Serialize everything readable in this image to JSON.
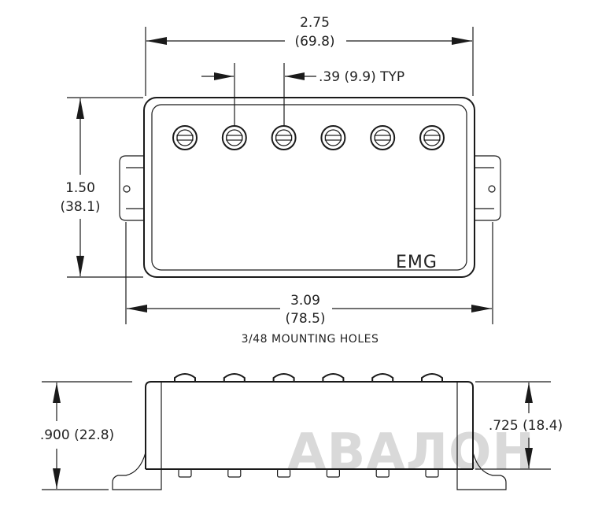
{
  "top_view": {
    "width_in": "2.75",
    "width_mm": "(69.8)",
    "spacing_label": ".39 (9.9) TYP",
    "height_in": "1.50",
    "height_mm": "(38.1)",
    "overall_in": "3.09",
    "overall_mm": "(78.5)",
    "mounting_note": "3/48 MOUNTING HOLES",
    "logo": "EMG",
    "pole_count": 6
  },
  "side_view": {
    "total_height": ".900 (22.8)",
    "body_height": ".725 (18.4)"
  },
  "watermark": "АВАЛОН"
}
